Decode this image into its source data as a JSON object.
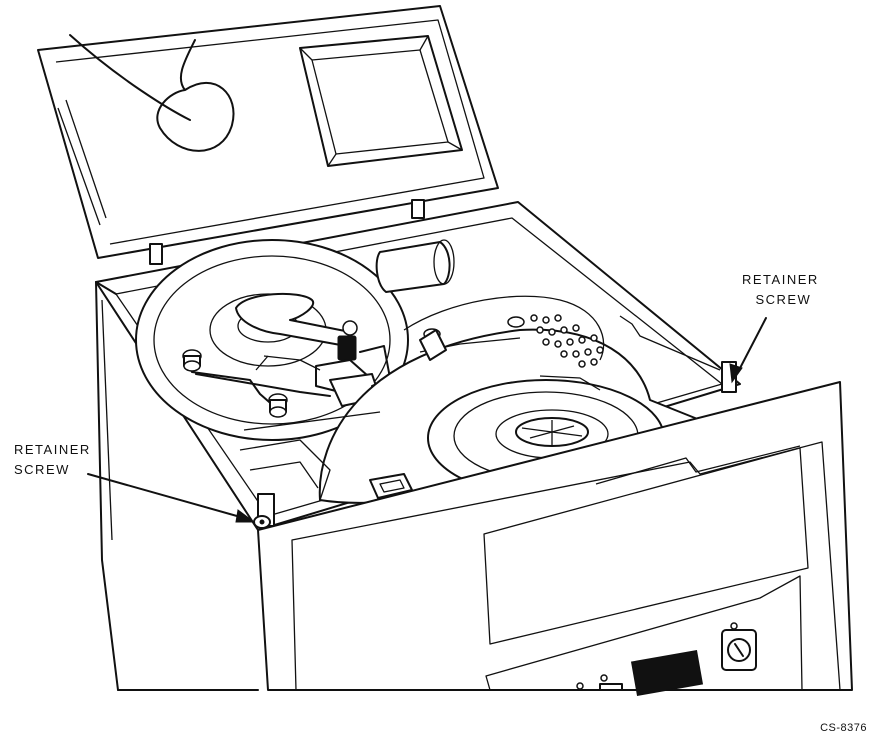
{
  "labels": {
    "retainer_left": [
      "RETAINER",
      "SCREW"
    ],
    "retainer_right": [
      "RETAINER",
      "SCREW"
    ]
  },
  "figure_id": "CS-8376"
}
